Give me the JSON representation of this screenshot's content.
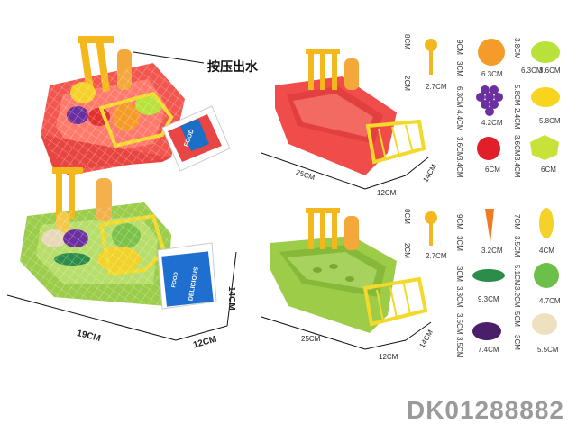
{
  "annotation": {
    "press_label": "按压出水"
  },
  "product_code": "DK01288882",
  "package_dims": {
    "length": "19CM",
    "width": "12CM",
    "height": "14CM"
  },
  "sink_dims": {
    "red": {
      "length": "25CM",
      "width": "12CM",
      "height": "14CM"
    },
    "green": {
      "length": "25CM",
      "width": "12CM",
      "height": "14CM"
    }
  },
  "pieces_top": [
    {
      "item": "spoon",
      "h": "8CM",
      "w": "2.7CM",
      "d": "2CM"
    },
    {
      "item": "orange",
      "h": "9CM",
      "w": "6.3CM",
      "d": "3CM"
    },
    {
      "item": "lime",
      "h": "3.8CM",
      "w": "6.3CM",
      "d": "3.6CM"
    },
    {
      "item": "grapes",
      "h": "6.3CM",
      "w": "4.2CM",
      "d": "4.4CM"
    },
    {
      "item": "lemon",
      "h": "5.8CM",
      "w": "5.8CM",
      "d": "2.4CM"
    },
    {
      "item": "apple",
      "h": "3.6CM",
      "w": "6CM",
      "d": "3.4CM"
    },
    {
      "item": "starfruit",
      "h": "3.6CM",
      "w": "6CM",
      "d": "3.4CM"
    }
  ],
  "pieces_bottom": [
    {
      "item": "spoon",
      "h": "8CM",
      "w": "2.7CM",
      "d": "2CM"
    },
    {
      "item": "carrot",
      "h": "9CM",
      "w": "3.2CM",
      "d": "3CM"
    },
    {
      "item": "corn",
      "h": "7CM",
      "w": "4CM",
      "d": "3.5CM"
    },
    {
      "item": "cucumber",
      "h": "3CM",
      "w": "9.3CM",
      "d": "3.3CM"
    },
    {
      "item": "cabbage",
      "h": "5.1CM",
      "w": "4.7CM",
      "d": "3.2CM"
    },
    {
      "item": "eggplant",
      "h": "3.5CM",
      "w": "7.4CM",
      "d": "3.5CM"
    },
    {
      "item": "potato",
      "h": "5CM",
      "w": "5.5CM",
      "d": "3CM"
    }
  ],
  "packaging_card": {
    "brand": "FOOD",
    "name": "DELICIOUS"
  }
}
